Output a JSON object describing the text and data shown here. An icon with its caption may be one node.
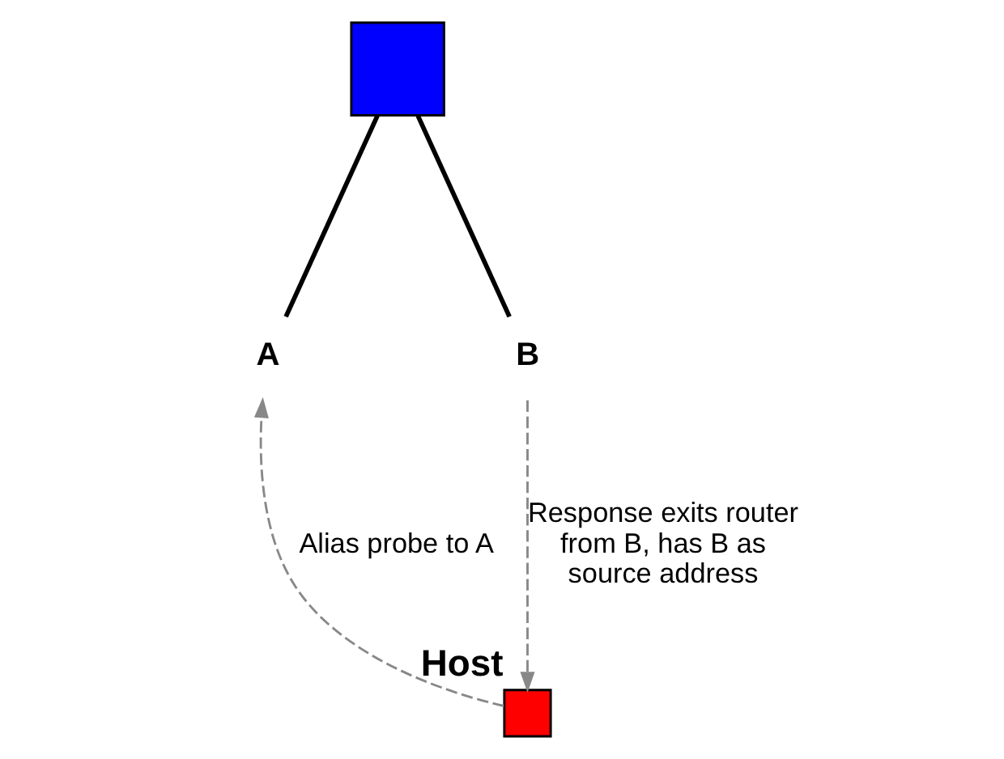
{
  "diagram": {
    "nodes": [
      {
        "text": [],
        "shape": "box"
      },
      {
        "text": [
          "A"
        ]
      },
      {
        "text": [
          "B"
        ]
      },
      {
        "text": [],
        "shape": "box",
        "beside": [
          "Host"
        ]
      }
    ],
    "edges": [
      {
        "from": 0,
        "to": 1,
        "arrow": "none"
      },
      {
        "from": 0,
        "to": 2,
        "arrow": "none"
      },
      {
        "from": 3,
        "to": 1,
        "arrow": "to",
        "label": "Alias probe to A",
        "style": "dashed",
        "color": "#888888"
      },
      {
        "from": 2,
        "to": 3,
        "arrow": "to",
        "label": "Response exits router from B, has B as source address",
        "style": "dashed",
        "color": "#888888"
      }
    ]
  }
}
